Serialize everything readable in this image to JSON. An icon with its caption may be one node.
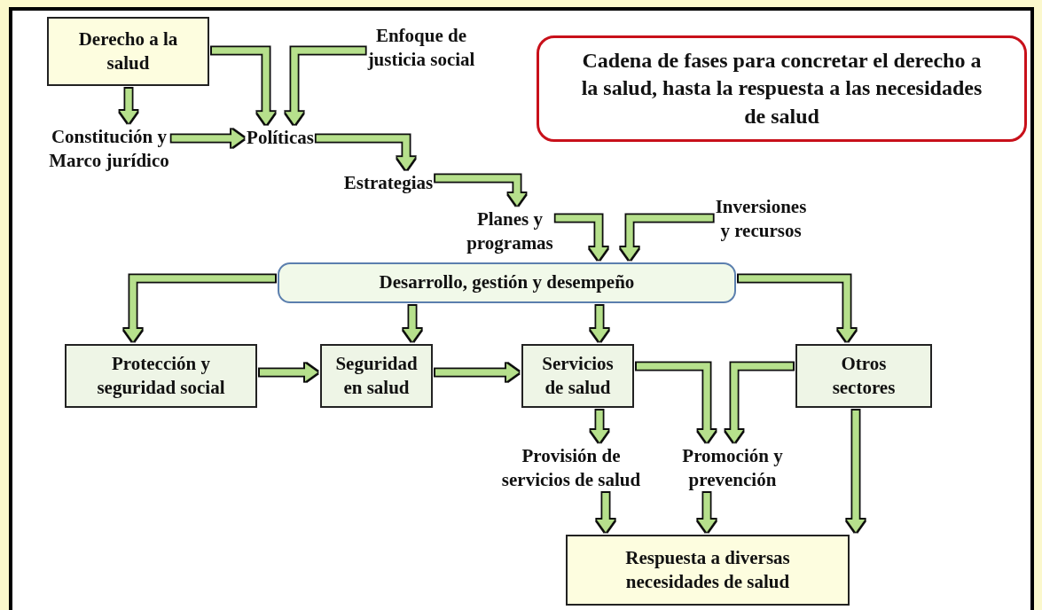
{
  "diagram": {
    "title": "Cadena de fases para concretar el derecho a la salud, hasta la respuesta a las necesidades de salud",
    "nodes": [
      {
        "text": [
          "Derecho a la salud"
        ]
      },
      {
        "text": [
          "Enfoque de justicia social"
        ]
      },
      {
        "text": [
          "Constitución y Marco jurídico"
        ]
      },
      {
        "text": [
          "Políticas"
        ]
      },
      {
        "text": [
          "Estrategias"
        ]
      },
      {
        "text": [
          "Planes y programas"
        ]
      },
      {
        "text": [
          "Inversiones y recursos"
        ]
      },
      {
        "text": [
          "Desarrollo, gestión y desempeño"
        ]
      },
      {
        "text": [
          "Protección y seguridad social"
        ]
      },
      {
        "text": [
          "Seguridad en salud"
        ]
      },
      {
        "text": [
          "Servicios de salud"
        ]
      },
      {
        "text": [
          "Otros sectores"
        ]
      },
      {
        "text": [
          "Provisión de servicios de salud"
        ]
      },
      {
        "text": [
          "Promoción y prevención"
        ]
      },
      {
        "text": [
          "Respuesta a diversas necesidades de salud"
        ]
      }
    ],
    "edges": [
      {
        "from": 0,
        "to": 3,
        "arrow": "to"
      },
      {
        "from": 1,
        "to": 3,
        "arrow": "to"
      },
      {
        "from": 0,
        "to": 2,
        "arrow": "to"
      },
      {
        "from": 2,
        "to": 3,
        "arrow": "to"
      },
      {
        "from": 3,
        "to": 4,
        "arrow": "to"
      },
      {
        "from": 4,
        "to": 5,
        "arrow": "to"
      },
      {
        "from": 5,
        "to": 7,
        "arrow": "to"
      },
      {
        "from": 6,
        "to": 7,
        "arrow": "to"
      },
      {
        "from": 7,
        "to": 8,
        "arrow": "to"
      },
      {
        "from": 7,
        "to": 9,
        "arrow": "to"
      },
      {
        "from": 7,
        "to": 10,
        "arrow": "to"
      },
      {
        "from": 7,
        "to": 11,
        "arrow": "to"
      },
      {
        "from": 8,
        "to": 9,
        "arrow": "to"
      },
      {
        "from": 9,
        "to": 10,
        "arrow": "to"
      },
      {
        "from": 10,
        "to": 13,
        "arrow": "to"
      },
      {
        "from": 11,
        "to": 13,
        "arrow": "to"
      },
      {
        "from": 10,
        "to": 12,
        "arrow": "to"
      },
      {
        "from": 12,
        "to": 14,
        "arrow": "to"
      },
      {
        "from": 13,
        "to": 14,
        "arrow": "to"
      },
      {
        "from": 11,
        "to": 14,
        "arrow": "to"
      }
    ]
  }
}
